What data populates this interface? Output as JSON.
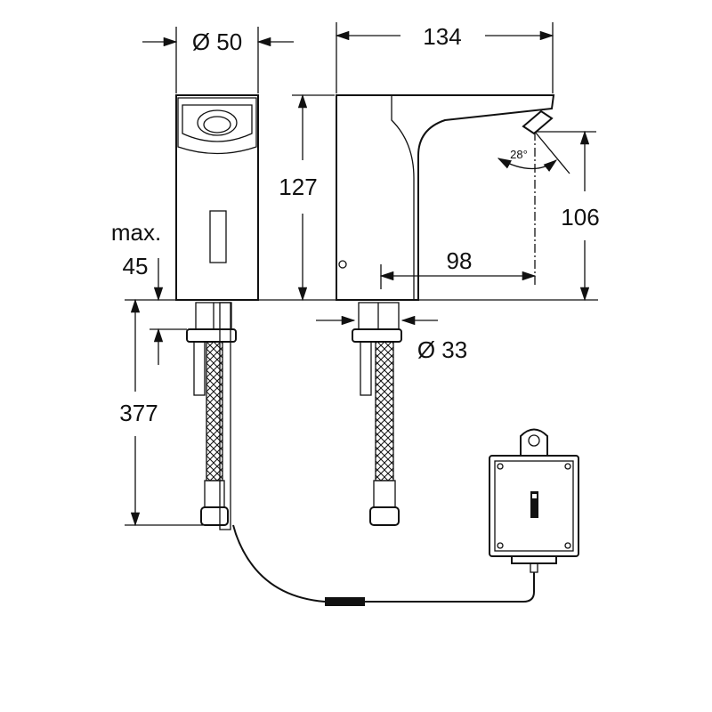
{
  "diagram": {
    "dimensions": {
      "front_diameter": "Ø 50",
      "total_length": "134",
      "height": "127",
      "outlet_height": "106",
      "spout_reach": "98",
      "max_label": "max.",
      "max_thickness": "45",
      "connection_diameter": "Ø 33",
      "hose_length": "377",
      "spray_angle": "28°"
    },
    "colors": {
      "line": "#111111",
      "background": "#ffffff"
    }
  }
}
